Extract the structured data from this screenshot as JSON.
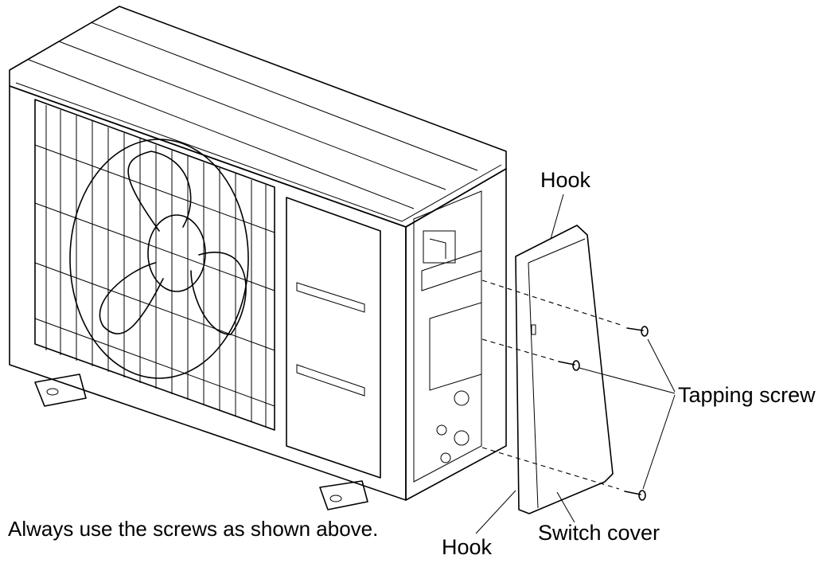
{
  "labels": {
    "hook_top": "Hook",
    "tapping_screw": "Tapping screw",
    "switch_cover": "Switch cover",
    "hook_bottom": "Hook"
  },
  "caption": "Always use the screws as shown above.",
  "colors": {
    "line": "#000000",
    "background": "#ffffff"
  }
}
